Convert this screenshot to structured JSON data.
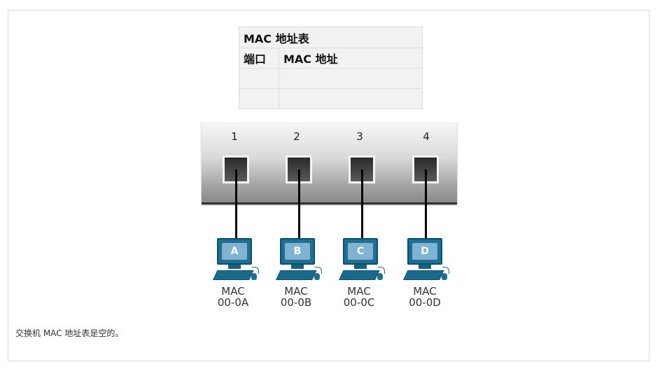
{
  "mac_table": {
    "title": "MAC 地址表",
    "headers": {
      "port": "端口",
      "mac": "MAC 地址"
    },
    "rows": [
      {
        "port": "",
        "mac": ""
      },
      {
        "port": "",
        "mac": ""
      }
    ]
  },
  "switch": {
    "ports": [
      {
        "label": "1"
      },
      {
        "label": "2"
      },
      {
        "label": "3"
      },
      {
        "label": "4"
      }
    ]
  },
  "hosts": [
    {
      "letter": "A",
      "mac_line1": "MAC",
      "mac_line2": "00-0A"
    },
    {
      "letter": "B",
      "mac_line1": "MAC",
      "mac_line2": "00-0B"
    },
    {
      "letter": "C",
      "mac_line1": "MAC",
      "mac_line2": "00-0C"
    },
    {
      "letter": "D",
      "mac_line1": "MAC",
      "mac_line2": "00-0D"
    }
  ],
  "caption": "交换机 MAC 地址表是空的。",
  "colors": {
    "pc_body": "#1f6f92",
    "pc_screen": "#7fb3d1",
    "table_bg": "#f2f2f2"
  }
}
